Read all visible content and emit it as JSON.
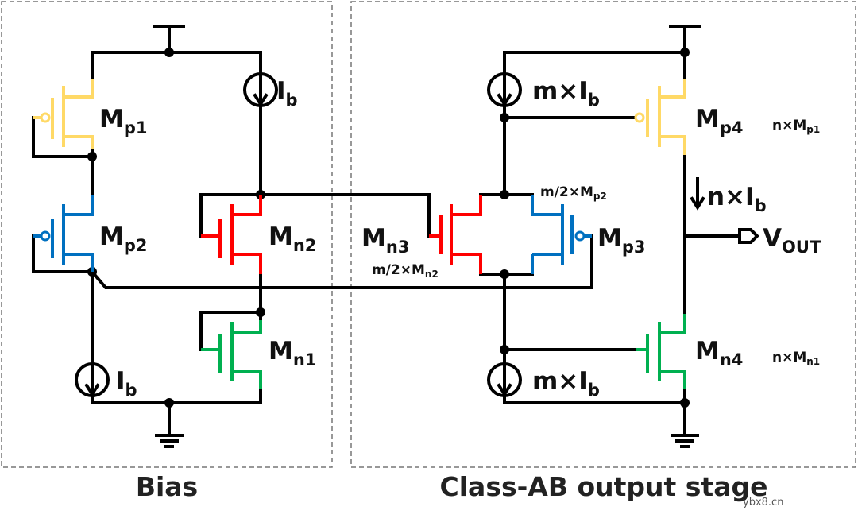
{
  "sections": {
    "bias": "Bias",
    "output_stage": "Class-AB output stage"
  },
  "transistors": {
    "mp1": {
      "main": "M",
      "sub": "p1",
      "color": "#FFD966"
    },
    "mp2": {
      "main": "M",
      "sub": "p2",
      "color": "#0070C0"
    },
    "mn2": {
      "main": "M",
      "sub": "n2",
      "color": "#FF0000"
    },
    "mn1": {
      "main": "M",
      "sub": "n1",
      "color": "#00B050"
    },
    "mn3": {
      "main": "M",
      "sub": "n3",
      "size_main": "m/2×M",
      "size_sub": "n2"
    },
    "mp3": {
      "main": "M",
      "sub": "p3",
      "size_main": "m/2×M",
      "size_sub": "p2"
    },
    "mp4": {
      "main": "M",
      "sub": "p4",
      "size_main": "n×M",
      "size_sub": "p1"
    },
    "mn4": {
      "main": "M",
      "sub": "n4",
      "size_main": "n×M",
      "size_sub": "n1"
    }
  },
  "currents": {
    "bias_top": {
      "main": "I",
      "sub": "b"
    },
    "bias_bottom": {
      "main": "I",
      "sub": "b"
    },
    "out_top": {
      "main": "m×I",
      "sub": "b"
    },
    "out_bottom": {
      "main": "m×I",
      "sub": "b"
    },
    "out_branch": {
      "main": "n×I",
      "sub": "b"
    }
  },
  "output": {
    "main": "V",
    "sub": "OUT"
  },
  "watermark": "ybx8.cn"
}
